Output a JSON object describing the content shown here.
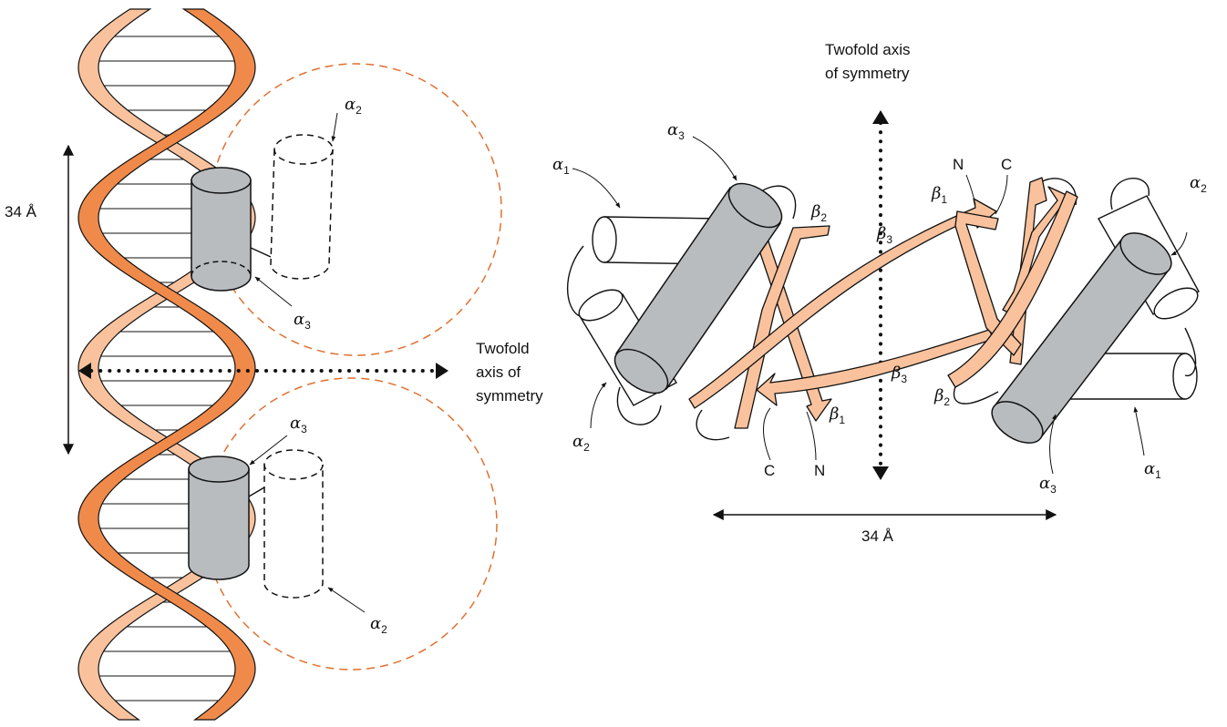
{
  "colors": {
    "strand_dark": "#f08a4b",
    "strand_light": "#f9c29d",
    "helix_gray": "#b9bcbf",
    "dashed_circle": "#e07030",
    "sheet_fill": "#f9c29d",
    "ink": "#111111"
  },
  "left_panel": {
    "pitch_label": "34 Å",
    "axis_label": [
      "Twofold",
      "axis of",
      "symmetry"
    ],
    "top_a2": {
      "sym": "α",
      "sub": "2"
    },
    "top_a3": {
      "sym": "α",
      "sub": "3"
    },
    "bot_a3": {
      "sym": "α",
      "sub": "3"
    },
    "bot_a2": {
      "sym": "α",
      "sub": "2"
    }
  },
  "right_panel": {
    "axis_label": [
      "Twofold axis",
      "of symmetry"
    ],
    "width_label": "34 Å",
    "l_a1": {
      "sym": "α",
      "sub": "1"
    },
    "l_a3": {
      "sym": "α",
      "sub": "3"
    },
    "l_a2": {
      "sym": "α",
      "sub": "2"
    },
    "l_b2": {
      "sym": "β",
      "sub": "2"
    },
    "l_b1": {
      "sym": "β",
      "sub": "1"
    },
    "l_C": "C",
    "l_N": "N",
    "b3_top": {
      "sym": "β",
      "sub": "3"
    },
    "b3_bot": {
      "sym": "β",
      "sub": "3"
    },
    "r_N": "N",
    "r_C": "C",
    "r_b1": {
      "sym": "β",
      "sub": "1"
    },
    "r_b2": {
      "sym": "β",
      "sub": "2"
    },
    "r_a2": {
      "sym": "α",
      "sub": "2"
    },
    "r_a3": {
      "sym": "α",
      "sub": "3"
    },
    "r_a1": {
      "sym": "α",
      "sub": "1"
    }
  }
}
